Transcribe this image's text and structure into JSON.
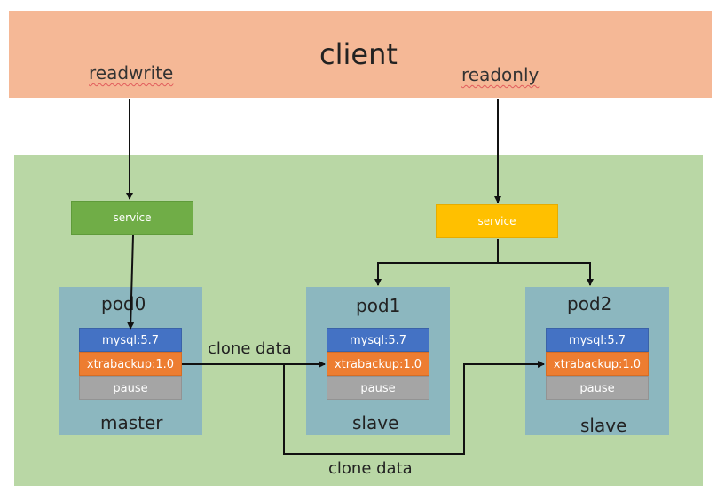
{
  "client": {
    "title": "client",
    "readwrite": "readwrite",
    "readonly": "readonly"
  },
  "services": {
    "left": "service",
    "right": "service"
  },
  "pods": [
    {
      "name": "pod0",
      "role": "master",
      "containers": [
        "mysql:5.7",
        "xtrabackup:1.0",
        "pause"
      ]
    },
    {
      "name": "pod1",
      "role": "slave",
      "containers": [
        "mysql:5.7",
        "xtrabackup:1.0",
        "pause"
      ]
    },
    {
      "name": "pod2",
      "role": "slave",
      "containers": [
        "mysql:5.7",
        "xtrabackup:1.0",
        "pause"
      ]
    }
  ],
  "flows": {
    "clone_top": "clone data",
    "clone_bottom": "clone data"
  },
  "colors": {
    "client": "#f5b896",
    "cluster": "#b9d7a5",
    "pod": "#8cb7bf",
    "service_rw": "#70ad47",
    "service_ro": "#ffc000",
    "mysql": "#4472c4",
    "xtrabackup": "#ed7d31",
    "pause": "#a5a5a5"
  }
}
